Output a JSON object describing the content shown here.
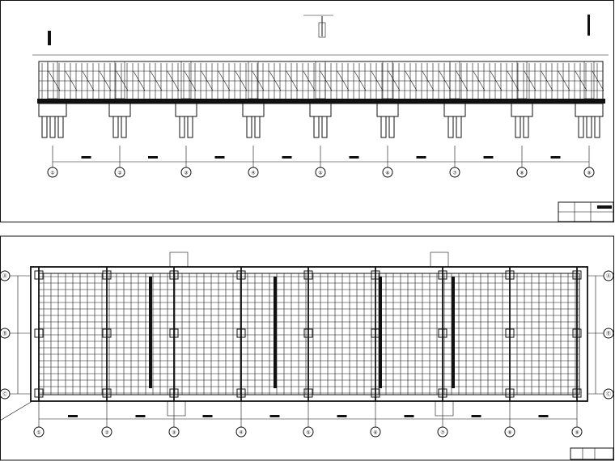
{
  "frame": {
    "border_color": "#111111",
    "line_color": "#111111",
    "background": "#ffffff"
  },
  "elevation": {
    "axes": [
      "①",
      "②",
      "③",
      "④",
      "⑤",
      "⑥",
      "⑦",
      "⑧",
      "⑨"
    ],
    "caption": ""
  },
  "plan": {
    "axes_bottom": [
      "①",
      "②",
      "③",
      "④",
      "⑤",
      "⑥",
      "⑦",
      "⑧",
      "⑨"
    ],
    "axes_side": [
      "Ⓐ",
      "Ⓑ",
      "Ⓒ"
    ],
    "caption": ""
  },
  "titleblock": {
    "cells": [
      "",
      "",
      ""
    ]
  },
  "icons": {
    "north_marker": "north-arrow-icon",
    "section_marker": "section-marker-icon"
  }
}
